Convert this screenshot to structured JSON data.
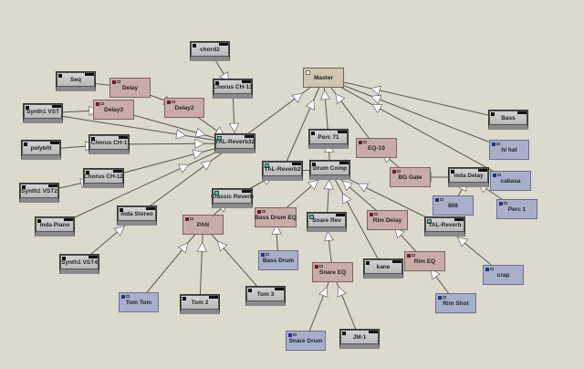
{
  "nodes": [
    {
      "id": "chord2",
      "label": "chord2",
      "type": "vst"
    },
    {
      "id": "seq",
      "label": "Seq",
      "type": "vst"
    },
    {
      "id": "delay",
      "label": "Delay",
      "type": "fx"
    },
    {
      "id": "delay2",
      "label": "Delay2",
      "type": "fx"
    },
    {
      "id": "delay3",
      "label": "Delay3",
      "type": "fx"
    },
    {
      "id": "chorus13",
      "label": "Chorus CH-13",
      "type": "vst"
    },
    {
      "id": "synth1vst",
      "label": "Synth1 VST",
      "type": "vst"
    },
    {
      "id": "tal32",
      "label": "TAL-Reverb32",
      "type": "vst",
      "green": true
    },
    {
      "id": "polyblit",
      "label": "polyblit",
      "type": "vst"
    },
    {
      "id": "chorus1",
      "label": "Chorus CH-1",
      "type": "vst"
    },
    {
      "id": "chorus12",
      "label": "Chorus CH-12",
      "type": "vst"
    },
    {
      "id": "synth1vst2",
      "label": "Synth1 VST2",
      "type": "vst"
    },
    {
      "id": "mdapiano",
      "label": "mda Piano",
      "type": "vst"
    },
    {
      "id": "mdastereo",
      "label": "mda Stereo",
      "type": "vst"
    },
    {
      "id": "synth1vst4",
      "label": "Synth1 VST4",
      "type": "vst"
    },
    {
      "id": "classicreverb",
      "label": "Classic Reverb",
      "type": "vst",
      "green": true
    },
    {
      "id": "pan",
      "label": "PAN",
      "type": "fx"
    },
    {
      "id": "tomtom",
      "label": "Tom Tom",
      "type": "audio"
    },
    {
      "id": "tom2",
      "label": "Tom 2",
      "type": "vst"
    },
    {
      "id": "tom3",
      "label": "Tom 3",
      "type": "vst"
    },
    {
      "id": "master",
      "label": "Master",
      "type": "master"
    },
    {
      "id": "perc71",
      "label": "Perc 71",
      "type": "vst"
    },
    {
      "id": "eq10",
      "label": "EQ-10",
      "type": "fx"
    },
    {
      "id": "talreverb2",
      "label": "TAL-Reverb2",
      "type": "vst",
      "green": true
    },
    {
      "id": "drumcomp",
      "label": "Drum Comp",
      "type": "vst"
    },
    {
      "id": "bass",
      "label": "Bass",
      "type": "vst"
    },
    {
      "id": "hihat",
      "label": "hi hat",
      "type": "audio"
    },
    {
      "id": "bggate",
      "label": "BG Gate",
      "type": "fx"
    },
    {
      "id": "mdadelay",
      "label": "mda Delay",
      "type": "vst"
    },
    {
      "id": "cabasa",
      "label": "cabasa",
      "type": "audio"
    },
    {
      "id": "808",
      "label": "808",
      "type": "audio"
    },
    {
      "id": "perc1",
      "label": "Perc 1",
      "type": "audio"
    },
    {
      "id": "bassdrumeq",
      "label": "Bass Drum EQ",
      "type": "fx"
    },
    {
      "id": "snarerev",
      "label": "Snare Rev",
      "type": "vst",
      "green": true
    },
    {
      "id": "rimdelay",
      "label": "Rim Delay",
      "type": "fx"
    },
    {
      "id": "talreverb",
      "label": "TAL-Reverb",
      "type": "vst",
      "green": true
    },
    {
      "id": "bassdrum",
      "label": "Bass Drum",
      "type": "audio"
    },
    {
      "id": "snareeq",
      "label": "Snare EQ",
      "type": "fx"
    },
    {
      "id": "kane",
      "label": "kane",
      "type": "vst"
    },
    {
      "id": "rimeq",
      "label": "Rim EQ",
      "type": "fx"
    },
    {
      "id": "crap",
      "label": "crap",
      "type": "audio"
    },
    {
      "id": "rimshot",
      "label": "Rim Shot",
      "type": "audio"
    },
    {
      "id": "snaredrum",
      "label": "Snare Drum",
      "type": "audio"
    },
    {
      "id": "jm1",
      "label": "JM-1",
      "type": "vst"
    }
  ],
  "edges": [
    [
      "seq",
      "delay"
    ],
    [
      "delay",
      "delay2"
    ],
    [
      "delay2",
      "tal32"
    ],
    [
      "chord2",
      "chorus13"
    ],
    [
      "chorus13",
      "tal32"
    ],
    [
      "synth1vst",
      "delay3"
    ],
    [
      "synth1vst",
      "tal32"
    ],
    [
      "delay3",
      "tal32"
    ],
    [
      "polyblit",
      "chorus1"
    ],
    [
      "chorus1",
      "tal32"
    ],
    [
      "synth1vst2",
      "chorus12"
    ],
    [
      "chorus12",
      "tal32"
    ],
    [
      "mdapiano",
      "tal32"
    ],
    [
      "mdastereo",
      "tal32"
    ],
    [
      "synth1vst4",
      "mdastereo"
    ],
    [
      "pan",
      "classicreverb"
    ],
    [
      "classicreverb",
      "talreverb2"
    ],
    [
      "tomtom",
      "pan"
    ],
    [
      "tom2",
      "pan"
    ],
    [
      "tom3",
      "pan"
    ],
    [
      "tal32",
      "master"
    ],
    [
      "talreverb2",
      "master"
    ],
    [
      "perc71",
      "master"
    ],
    [
      "drumcomp",
      "perc71"
    ],
    [
      "drumcomp",
      "talreverb2"
    ],
    [
      "eq10",
      "master"
    ],
    [
      "bggate",
      "eq10"
    ],
    [
      "mdadelay",
      "bggate"
    ],
    [
      "808",
      "mdadelay"
    ],
    [
      "perc1",
      "mdadelay"
    ],
    [
      "bass",
      "master"
    ],
    [
      "hihat",
      "master"
    ],
    [
      "cabasa",
      "master"
    ],
    [
      "bassdrumeq",
      "drumcomp"
    ],
    [
      "snarerev",
      "drumcomp"
    ],
    [
      "kane",
      "drumcomp"
    ],
    [
      "rimdelay",
      "drumcomp"
    ],
    [
      "talreverb",
      "drumcomp"
    ],
    [
      "bassdrum",
      "bassdrumeq"
    ],
    [
      "snareeq",
      "snarerev"
    ],
    [
      "rimeq",
      "rimdelay"
    ],
    [
      "crap",
      "talreverb"
    ],
    [
      "rimshot",
      "rimeq"
    ],
    [
      "snaredrum",
      "snareeq"
    ],
    [
      "jm1",
      "snareeq"
    ]
  ],
  "colors": {
    "background": "#dcd9cd",
    "fx": "#c9aca7",
    "audio": "#a9afcb",
    "master": "#cdc6b0",
    "edge": "#5a574c"
  }
}
